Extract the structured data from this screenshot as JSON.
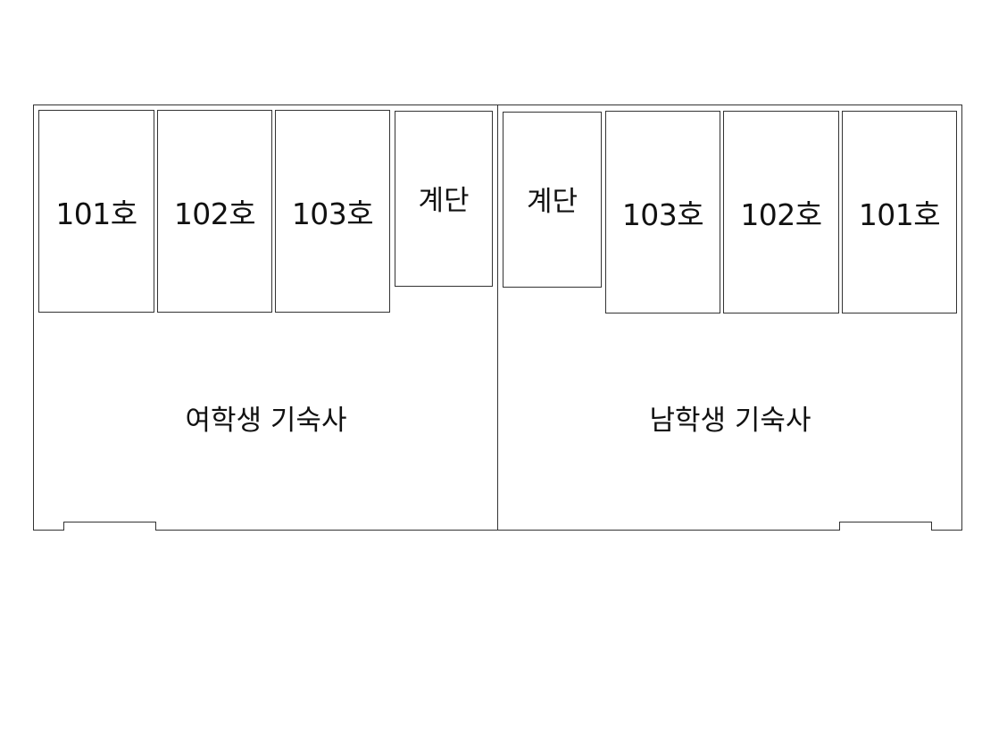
{
  "female_dorm": {
    "label": "여학생 기숙사",
    "rooms": [
      "101호",
      "102호",
      "103호"
    ],
    "stairs": "계단"
  },
  "male_dorm": {
    "label": "남학생 기숙사",
    "rooms": [
      "103호",
      "102호",
      "101호"
    ],
    "stairs": "계단"
  },
  "colors": {
    "line": "#333333",
    "background": "#ffffff",
    "text": "#111111"
  }
}
